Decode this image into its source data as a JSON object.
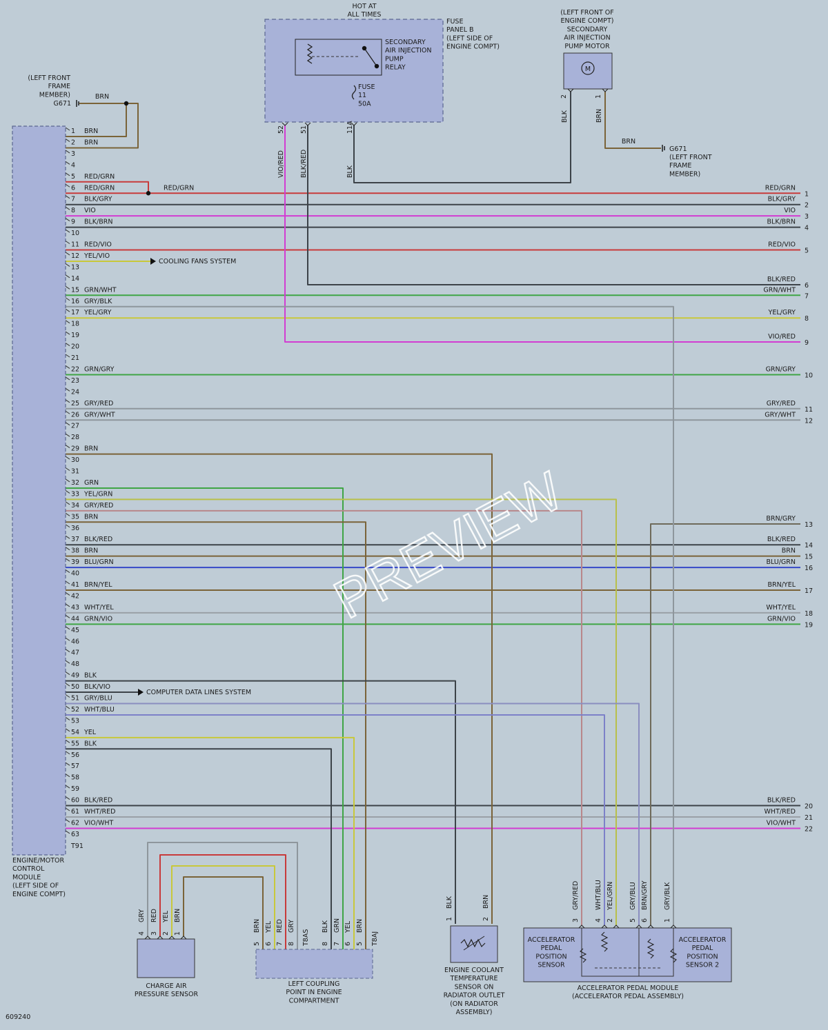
{
  "diagram_id": "609240",
  "watermark": "PREVIEW",
  "ecm": {
    "connector": "T91",
    "caption": [
      "ENGINE/MOTOR",
      "CONTROL",
      "MODULE",
      "(LEFT SIDE OF",
      "ENGINE COMPT)"
    ],
    "pin_count": 63,
    "pin_labels": {
      "1": "BRN",
      "2": "BRN",
      "5": "RED/GRN",
      "6": "RED/GRN",
      "7": "BLK/GRY",
      "8": "VIO",
      "9": "BLK/BRN",
      "11": "RED/VIO",
      "12": "YEL/VIO",
      "15": "GRN/WHT",
      "16": "GRY/BLK",
      "17": "YEL/GRY",
      "22": "GRN/GRY",
      "25": "GRY/RED",
      "26": "GRY/WHT",
      "29": "BRN",
      "32": "GRN",
      "33": "YEL/GRN",
      "34": "GRY/RED",
      "35": "BRN",
      "37": "BLK/RED",
      "38": "BRN",
      "39": "BLU/GRN",
      "41": "BRN/YEL",
      "43": "WHT/YEL",
      "44": "GRN/VIO",
      "49": "BLK",
      "50": "BLK/VIO",
      "51": "GRY/BLU",
      "52": "WHT/BLU",
      "54": "YEL",
      "55": "BLK",
      "60": "BLK/RED",
      "61": "WHT/RED",
      "62": "VIO/WHT"
    }
  },
  "ground_left": {
    "caption": [
      "(LEFT FRONT",
      "FRAME",
      "MEMBER)"
    ],
    "id": "G671",
    "wire": "BRN"
  },
  "ground_right": {
    "caption": [
      "(LEFT FRONT",
      "FRAME",
      "MEMBER)"
    ],
    "id": "G671",
    "wire": "BRN"
  },
  "hot_label": [
    "HOT AT",
    "ALL TIMES"
  ],
  "fuse_panel": {
    "caption": [
      "FUSE",
      "PANEL B",
      "(LEFT SIDE OF",
      "ENGINE COMPT)"
    ],
    "relay": [
      "SECONDARY",
      "AIR INJECTION",
      "PUMP",
      "RELAY"
    ],
    "fuse": [
      "FUSE",
      "11",
      "50A"
    ],
    "pins": [
      "52",
      "51",
      "11A"
    ],
    "wires": [
      "VIO/RED",
      "BLK/RED",
      "BLK"
    ]
  },
  "pump_motor": {
    "caption": [
      "(LEFT FRONT OF",
      "ENGINE COMPT)",
      "SECONDARY",
      "AIR INJECTION",
      "PUMP MOTOR"
    ],
    "symbol": "M",
    "pins": [
      "2",
      "1"
    ],
    "wires": [
      "BLK",
      "BRN"
    ]
  },
  "splice_label": "RED/GRN",
  "cooling_fans": "COOLING FANS SYSTEM",
  "data_lines": "COMPUTER DATA LINES SYSTEM",
  "right_edge": [
    {
      "n": "1",
      "label": "RED/GRN"
    },
    {
      "n": "2",
      "label": "BLK/GRY"
    },
    {
      "n": "3",
      "label": "VIO"
    },
    {
      "n": "4",
      "label": "BLK/BRN"
    },
    {
      "n": "5",
      "label": "RED/VIO"
    },
    {
      "n": "6",
      "label": "BLK/RED"
    },
    {
      "n": "7",
      "label": "GRN/WHT"
    },
    {
      "n": "8",
      "label": "YEL/GRY"
    },
    {
      "n": "9",
      "label": "VIO/RED"
    },
    {
      "n": "10",
      "label": "GRN/GRY"
    },
    {
      "n": "11",
      "label": "GRY/RED"
    },
    {
      "n": "12",
      "label": "GRY/WHT"
    },
    {
      "n": "13",
      "label": "BRN/GRY"
    },
    {
      "n": "14",
      "label": "BLK/RED"
    },
    {
      "n": "15",
      "label": "BRN"
    },
    {
      "n": "16",
      "label": "BLU/GRN"
    },
    {
      "n": "17",
      "label": "BRN/YEL"
    },
    {
      "n": "18",
      "label": "WHT/YEL"
    },
    {
      "n": "19",
      "label": "GRN/VIO"
    },
    {
      "n": "20",
      "label": "BLK/RED"
    },
    {
      "n": "21",
      "label": "WHT/RED"
    },
    {
      "n": "22",
      "label": "VIO/WHT"
    }
  ],
  "charge_air": {
    "caption": [
      "CHARGE AIR",
      "PRESSURE SENSOR"
    ],
    "pins": [
      "4",
      "3",
      "2",
      "1"
    ],
    "wires": [
      "GRY",
      "RED",
      "YEL",
      "BRN"
    ]
  },
  "coupling": {
    "caption": [
      "LEFT COUPLING",
      "POINT IN ENGINE",
      "COMPARTMENT"
    ],
    "left_conn": "T8AS",
    "right_conn": "T8AJ",
    "left_pins": [
      "5",
      "6",
      "7",
      "8"
    ],
    "left_wires": [
      "BRN",
      "YEL",
      "RED",
      "GRY"
    ],
    "right_pins": [
      "8",
      "7",
      "6",
      "5"
    ],
    "right_wires": [
      "BLK",
      "GRN",
      "YEL",
      "BRN"
    ]
  },
  "coolant": {
    "caption": [
      "ENGINE COOLANT",
      "TEMPERATURE",
      "SENSOR ON",
      "RADIATOR OUTLET",
      "(ON RADIATOR",
      "ASSEMBLY)"
    ],
    "pins": [
      "1",
      "2"
    ],
    "wires": [
      "BLK",
      "BRN"
    ]
  },
  "pedal": {
    "caption": [
      "ACCELERATOR PEDAL MODULE",
      "(ACCELERATOR PEDAL ASSEMBLY)"
    ],
    "sensor1": [
      "ACCELERATOR",
      "PEDAL",
      "POSITION",
      "SENSOR"
    ],
    "sensor2": [
      "ACCELERATOR",
      "PEDAL",
      "POSITION",
      "SENSOR 2"
    ],
    "pins": [
      "3",
      "4",
      "2",
      "5",
      "6",
      "1"
    ],
    "wires": [
      "GRY/RED",
      "WHT/BLU",
      "YEL/GRN",
      "GRY/BLU",
      "BRN/GRY",
      "GRY/BLK"
    ]
  },
  "colors": {
    "brn": "#7a6338",
    "red": "#c83a3a",
    "vio": "#d23cd2",
    "blk": "#3c4248",
    "gry": "#8e969c",
    "grn": "#3fa545",
    "yel": "#c8c83a",
    "blu": "#3548c8",
    "ecm": "#a8b2d8",
    "panel": "#a8b2d8"
  }
}
